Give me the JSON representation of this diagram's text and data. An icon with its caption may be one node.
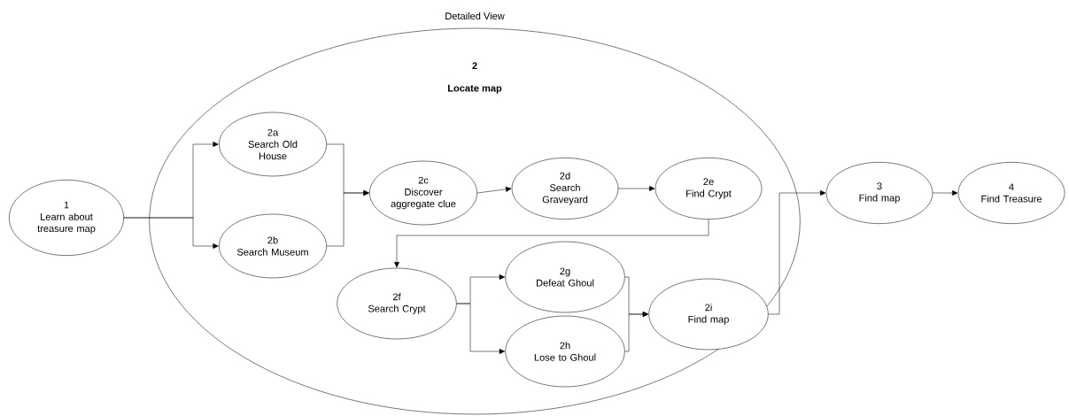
{
  "diagram": {
    "nodes": [
      {
        "text": [
          "1",
          "Learn about treasure map"
        ]
      },
      {
        "text": [
          "2",
          "Locate map"
        ],
        "beside": [
          "Detailed View"
        ]
      },
      {
        "text": [
          "2a",
          "Search Old House"
        ],
        "in": 1
      },
      {
        "text": [
          "2b",
          "Search Museum"
        ],
        "in": 1
      },
      {
        "text": [
          "2c",
          "Discover aggregate clue"
        ],
        "in": 1
      },
      {
        "text": [
          "2d",
          "Search Graveyard"
        ],
        "in": 1
      },
      {
        "text": [
          "2e",
          "Find Crypt"
        ],
        "in": 1
      },
      {
        "text": [
          "2f",
          "Search Crypt"
        ],
        "in": 1
      },
      {
        "text": [
          "2g",
          "Defeat Ghoul"
        ],
        "in": 1
      },
      {
        "text": [
          "2h",
          "Lose to Ghoul"
        ],
        "in": 1
      },
      {
        "text": [
          "2i",
          "Find map"
        ],
        "in": 1
      },
      {
        "text": [
          "3",
          "Find map"
        ]
      },
      {
        "text": [
          "4",
          "Find Treasure"
        ]
      }
    ],
    "edges": [
      {
        "from": 0,
        "to": 2,
        "arrow": "to"
      },
      {
        "from": 0,
        "to": 3,
        "arrow": "to"
      },
      {
        "from": 2,
        "to": 4,
        "arrow": "to"
      },
      {
        "from": 3,
        "to": 4,
        "arrow": "to"
      },
      {
        "from": 4,
        "to": 5,
        "arrow": "to"
      },
      {
        "from": 5,
        "to": 6,
        "arrow": "to"
      },
      {
        "from": 6,
        "to": 7,
        "arrow": "to"
      },
      {
        "from": 7,
        "to": 8,
        "arrow": "to"
      },
      {
        "from": 7,
        "to": 9,
        "arrow": "to"
      },
      {
        "from": 8,
        "to": 10,
        "arrow": "to"
      },
      {
        "from": 9,
        "to": 10,
        "arrow": "to"
      },
      {
        "from": 10,
        "to": 11,
        "arrow": "to"
      },
      {
        "from": 11,
        "to": 12,
        "arrow": "to"
      }
    ]
  }
}
